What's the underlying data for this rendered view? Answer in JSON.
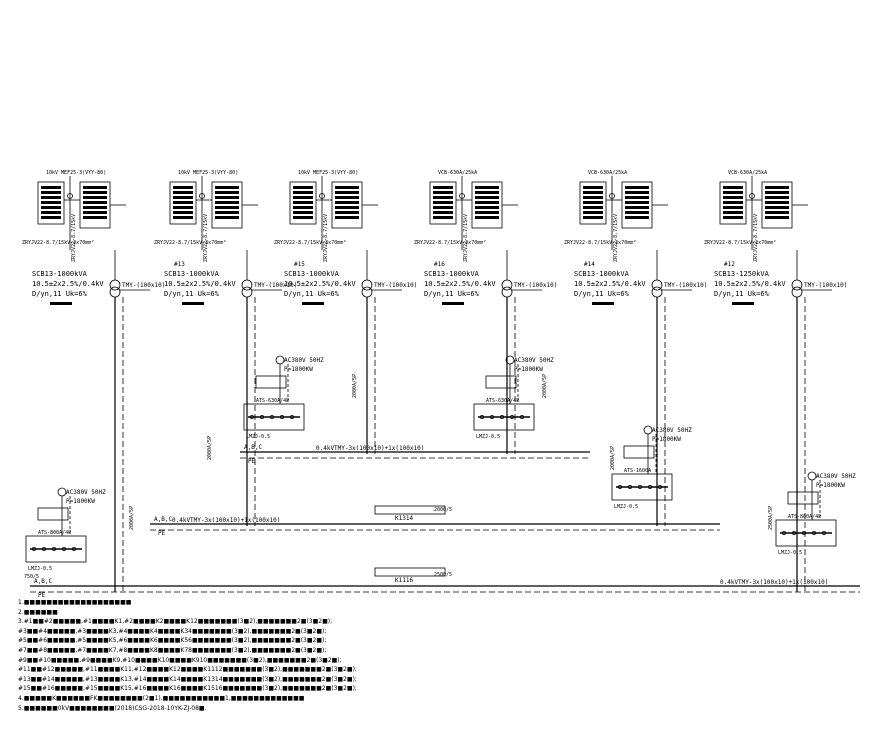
{
  "colors": {
    "ink": "#000000",
    "paper": "#ffffff"
  },
  "transformers": [
    {
      "id": "tr-1",
      "model": "SCB13-1000kVA",
      "ratio": "10.5±2x2.5%/0.4kV",
      "group": "D/yn,11  Uk=6%",
      "feeder": "10kV MEF25-3(VYY-80)",
      "cable": "ZRYJV22-8.7/15kV-3x70mm²",
      "busbar": "TMY-(100x10)"
    },
    {
      "id": "tr-2",
      "label": "#13",
      "model": "SCB13-1000kVA",
      "ratio": "10.5±2x2.5%/0.4kV",
      "group": "D/yn,11  Uk=6%",
      "feeder": "10kV MEF25-3(VYY-80)",
      "cable": "ZRYJV22-8.7/15kV-3x70mm²",
      "busbar": "TMY-(100x10)"
    },
    {
      "id": "tr-3",
      "label": "#15",
      "model": "SCB13-1000kVA",
      "ratio": "10.5±2x2.5%/0.4kV",
      "group": "D/yn,11  Uk=6%",
      "feeder": "10kV MEF25-3(VYY-80)",
      "cable": "ZRYJV22-8.7/15kV-3x70mm²",
      "busbar": "TMY-(100x10)"
    },
    {
      "id": "tr-4",
      "label": "#16",
      "model": "SCB13-1000kVA",
      "ratio": "10.5±2x2.5%/0.4kV",
      "group": "D/yn,11  Uk=6%",
      "feeder": "VCB-630A/25kA",
      "cable": "ZRYJV22-8.7/15kV-3x70mm²",
      "busbar": "TMY-(100x10)"
    },
    {
      "id": "tr-5",
      "label": "#14",
      "model": "SCB13-1000kVA",
      "ratio": "10.5±2x2.5%/0.4kV",
      "group": "D/yn,11  Uk=6%",
      "feeder": "VCB-630A/25kA",
      "cable": "ZRYJV22-8.7/15kV-3x70mm²",
      "busbar": "TMY-(100x10)"
    },
    {
      "id": "tr-6",
      "label": "#12",
      "model": "SCB13-1250kVA",
      "ratio": "10.5±2x2.5%/0.4kV",
      "group": "D/yn,11  Uk=6%",
      "feeder": "VCB-630A/25kA",
      "cable": "ZRYJV22-8.7/15kV-3x70mm²",
      "busbar": "TMY-(100x10)"
    }
  ],
  "generators": [
    {
      "id": "gen-1",
      "label": "AC380V 50HZ",
      "power": "P=1800KW",
      "ats": "ATS-630A/4P",
      "lmz": "LMZJ-0.5"
    },
    {
      "id": "gen-2",
      "label": "AC380V 50HZ",
      "power": "P=1800KW",
      "ats": "ATS-630A/4P",
      "lmz": "LMZJ-0.5"
    },
    {
      "id": "gen-3",
      "label": "AC380V 50HZ",
      "power": "P=1800KW",
      "ats": "ATS-1600A",
      "lmz": "LMZJ-0.5"
    },
    {
      "id": "gen-4",
      "label": "AC380V 50HZ",
      "power": "P=1800KW",
      "ats": "ATS-800A/4P",
      "lmz": "LMZJ-0.5"
    },
    {
      "id": "gen-5",
      "label": "AC380V 50HZ",
      "power": "P=1800KW",
      "ats": "ATS-800A/4P",
      "lmz": "LMZJ-0.5"
    }
  ],
  "buses": [
    {
      "id": "bus-upper",
      "voltage": "0.4kV",
      "spec": "TMY-3x(100x10)+1x(100x10)",
      "phases": "A,B,C",
      "pe": "PE"
    },
    {
      "id": "bus-middle",
      "voltage": "0.4kV",
      "spec": "TMY-3x(100x10)+1x(100x10)",
      "phases": "A,B,C",
      "pe": "PE",
      "coupler": "K1314"
    },
    {
      "id": "bus-lower",
      "voltage": "0.4kV",
      "spec": "TMY-3x(100x10)+1x(100x10)",
      "phases": "A,B,C",
      "pe": "PE",
      "coupler": "K1116"
    }
  ],
  "ratings": {
    "riser_2000": "2000A/5P",
    "riser_2500": "2500A/5P",
    "ct_2500": "2500/5",
    "ct_2000": "2000/5",
    "ct_800": "750/5"
  },
  "notes": [
    "1.■■■■■■■■■■■■■■■■■■■",
    "2.■■■■■■",
    "3.#1■■#2■■■■■,#1■■■■K1,#2■■■■K2■■■■K12■■■■■■■(3■2),■■■■■■■2■(3■2■);",
    "  #3■■#4■■■■■,#3■■■■K3,#4■■■■K4■■■■K34■■■■■■■(3■2),■■■■■■■2■(3■2■);",
    "  #5■■#6■■■■■,#5■■■■K5,#6■■■■K6■■■■K56■■■■■■■(3■2),■■■■■■■2■(3■2■);",
    "  #7■■#8■■■■■,#7■■■■K7,#8■■■■K8■■■■K78■■■■■■■(3■2),■■■■■■■2■(3■2■);",
    "  #9■■#10■■■■■,#9■■■■K9,#10■■■■K10■■■■K910■■■■■■■(3■2),■■■■■■■2■(3■2■);",
    "  #11■■#12■■■■■,#11■■■■K11,#12■■■■K12■■■■K1112■■■■■■■(3■2),■■■■■■■2■(3■2■);",
    "  #13■■#14■■■■■,#13■■■■K13,#14■■■■K14■■■■K1314■■■■■■■(3■2),■■■■■■■2■(3■2■);",
    "  #15■■#16■■■■■,#15■■■■K15,#16■■■■K16■■■■K1516■■■■■■■(3■2),■■■■■■■2■(3■2■);",
    "4.■■■■■K■■■■■■FK■■■■■■■■(2■1),■■■■■■■■■■■1,■■■■■■■■■■■■■",
    "5.■■■■■■0kV■■■■■■■■(2018)CSG-2018-10YK-ZJ-08■."
  ]
}
